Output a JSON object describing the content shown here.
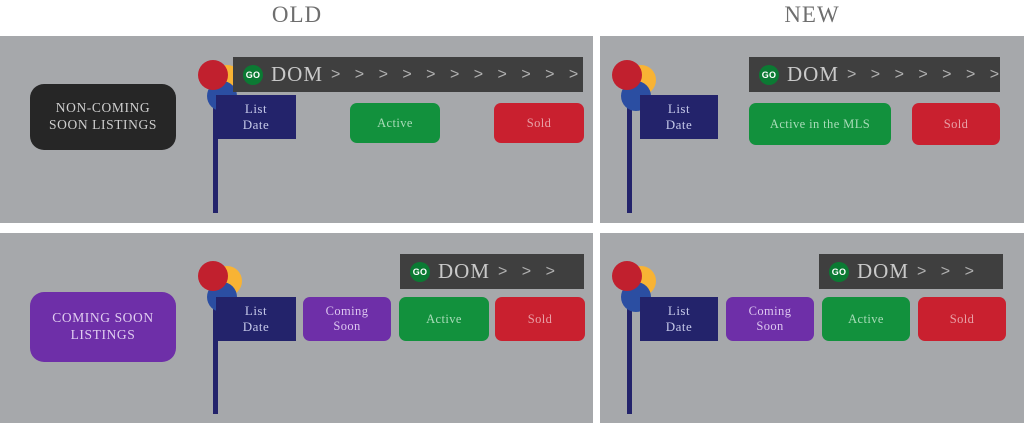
{
  "headers": {
    "old": "OLD",
    "new": "NEW"
  },
  "colors": {
    "panel_background": "#a6a8ab",
    "page_background": "#ffffff",
    "dom_bar": "#3f3f3f",
    "go_badge_green": "#0b7a33",
    "active_green": "#12913d",
    "sold_red": "#c9202f",
    "coming_soon_purple": "#6e2fa8",
    "list_date_navy": "#23236b",
    "non_coming_dark": "#262626",
    "balloon_red": "#c1202e",
    "balloon_orange": "#f8b334",
    "balloon_blue": "#2b4ea2",
    "pole_navy": "#23236b"
  },
  "icons": {
    "go_badge": "go-badge-icon",
    "balloons": "balloon-cluster-icon",
    "chevron": "chevron-right-icon"
  },
  "panels": [
    {
      "id": "old-top",
      "column": "OLD",
      "row": "non-coming-soon",
      "category_label": "NON-COMING\nSOON LISTINGS",
      "category_style": "dark",
      "flag_label": "List\nDate",
      "dom_label": "DOM",
      "go_label": "GO",
      "chevron_count": 11,
      "chevrons": "> > > > > > > > > > >",
      "badges": [
        {
          "label": "Active",
          "style": "green"
        },
        {
          "label": "Sold",
          "style": "red"
        }
      ]
    },
    {
      "id": "new-top",
      "column": "NEW",
      "row": "non-coming-soon",
      "category_label": "",
      "flag_label": "List\nDate",
      "dom_label": "DOM",
      "go_label": "GO",
      "chevron_count": 7,
      "chevrons": "> > > > > > >",
      "badges": [
        {
          "label": "Active in the MLS",
          "style": "green"
        },
        {
          "label": "Sold",
          "style": "red"
        }
      ]
    },
    {
      "id": "old-bottom",
      "column": "OLD",
      "row": "coming-soon",
      "category_label": "COMING SOON\nLISTINGS",
      "category_style": "purple",
      "flag_label": "List\nDate",
      "dom_label": "DOM",
      "go_label": "GO",
      "chevron_count": 3,
      "chevrons": "> > >",
      "badges": [
        {
          "label": "Coming\nSoon",
          "style": "purple"
        },
        {
          "label": "Active",
          "style": "green"
        },
        {
          "label": "Sold",
          "style": "red"
        }
      ]
    },
    {
      "id": "new-bottom",
      "column": "NEW",
      "row": "coming-soon",
      "category_label": "",
      "flag_label": "List\nDate",
      "dom_label": "DOM",
      "go_label": "GO",
      "chevron_count": 3,
      "chevrons": "> > >",
      "badges": [
        {
          "label": "Coming\nSoon",
          "style": "purple"
        },
        {
          "label": "Active",
          "style": "green"
        },
        {
          "label": "Sold",
          "style": "red"
        }
      ]
    }
  ]
}
